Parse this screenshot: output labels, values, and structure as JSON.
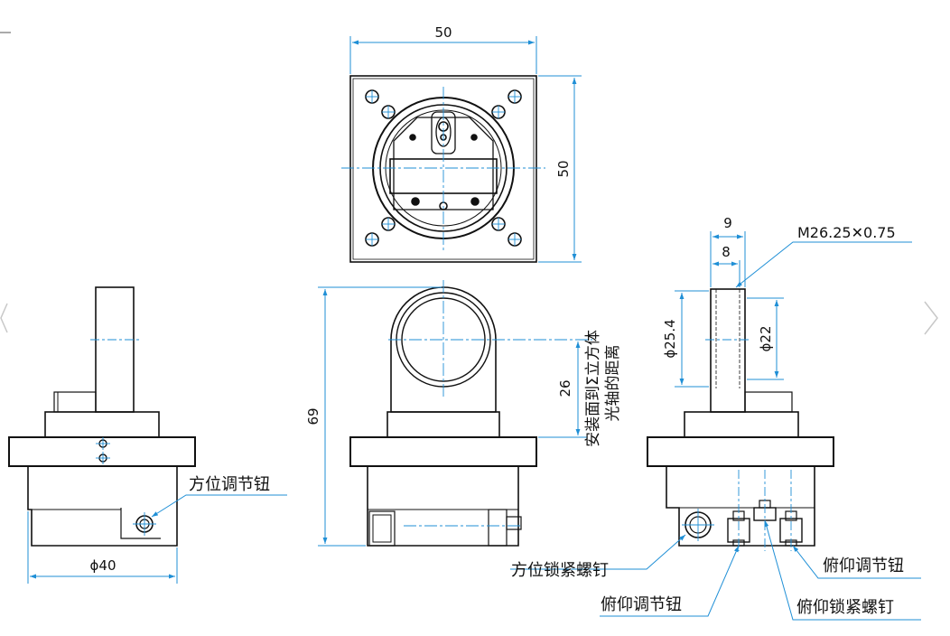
{
  "colors": {
    "outline": "#111111",
    "dimension": "#1f8fd6",
    "centerline": "#1f8fd6",
    "nav": "#c8c8c8"
  },
  "dims": {
    "top_width": "50",
    "top_height": "50",
    "front_height": "69",
    "axis_height": "26",
    "side_diam_left": "ϕ40",
    "rod_diam_outer": "ϕ25.4",
    "rod_diam_inner": "ϕ22",
    "rod_w9": "9",
    "rod_w8": "8",
    "thread": "M26.25✕0.75"
  },
  "annotations": {
    "axis_note_line1": "安装面到Σ立方体",
    "axis_note_line2": "光轴的距离",
    "azimuth_knob_left": "方位调节钮",
    "azimuth_lock_screw": "方位锁紧螺钉",
    "pitch_knob_bottom": "俯仰调节钮",
    "pitch_knob_right": "俯仰调节钮",
    "pitch_lock_screw": "俯仰锁紧螺钉"
  },
  "nav": {
    "prev_icon": "chevron-left-icon",
    "next_icon": "chevron-right-icon"
  }
}
